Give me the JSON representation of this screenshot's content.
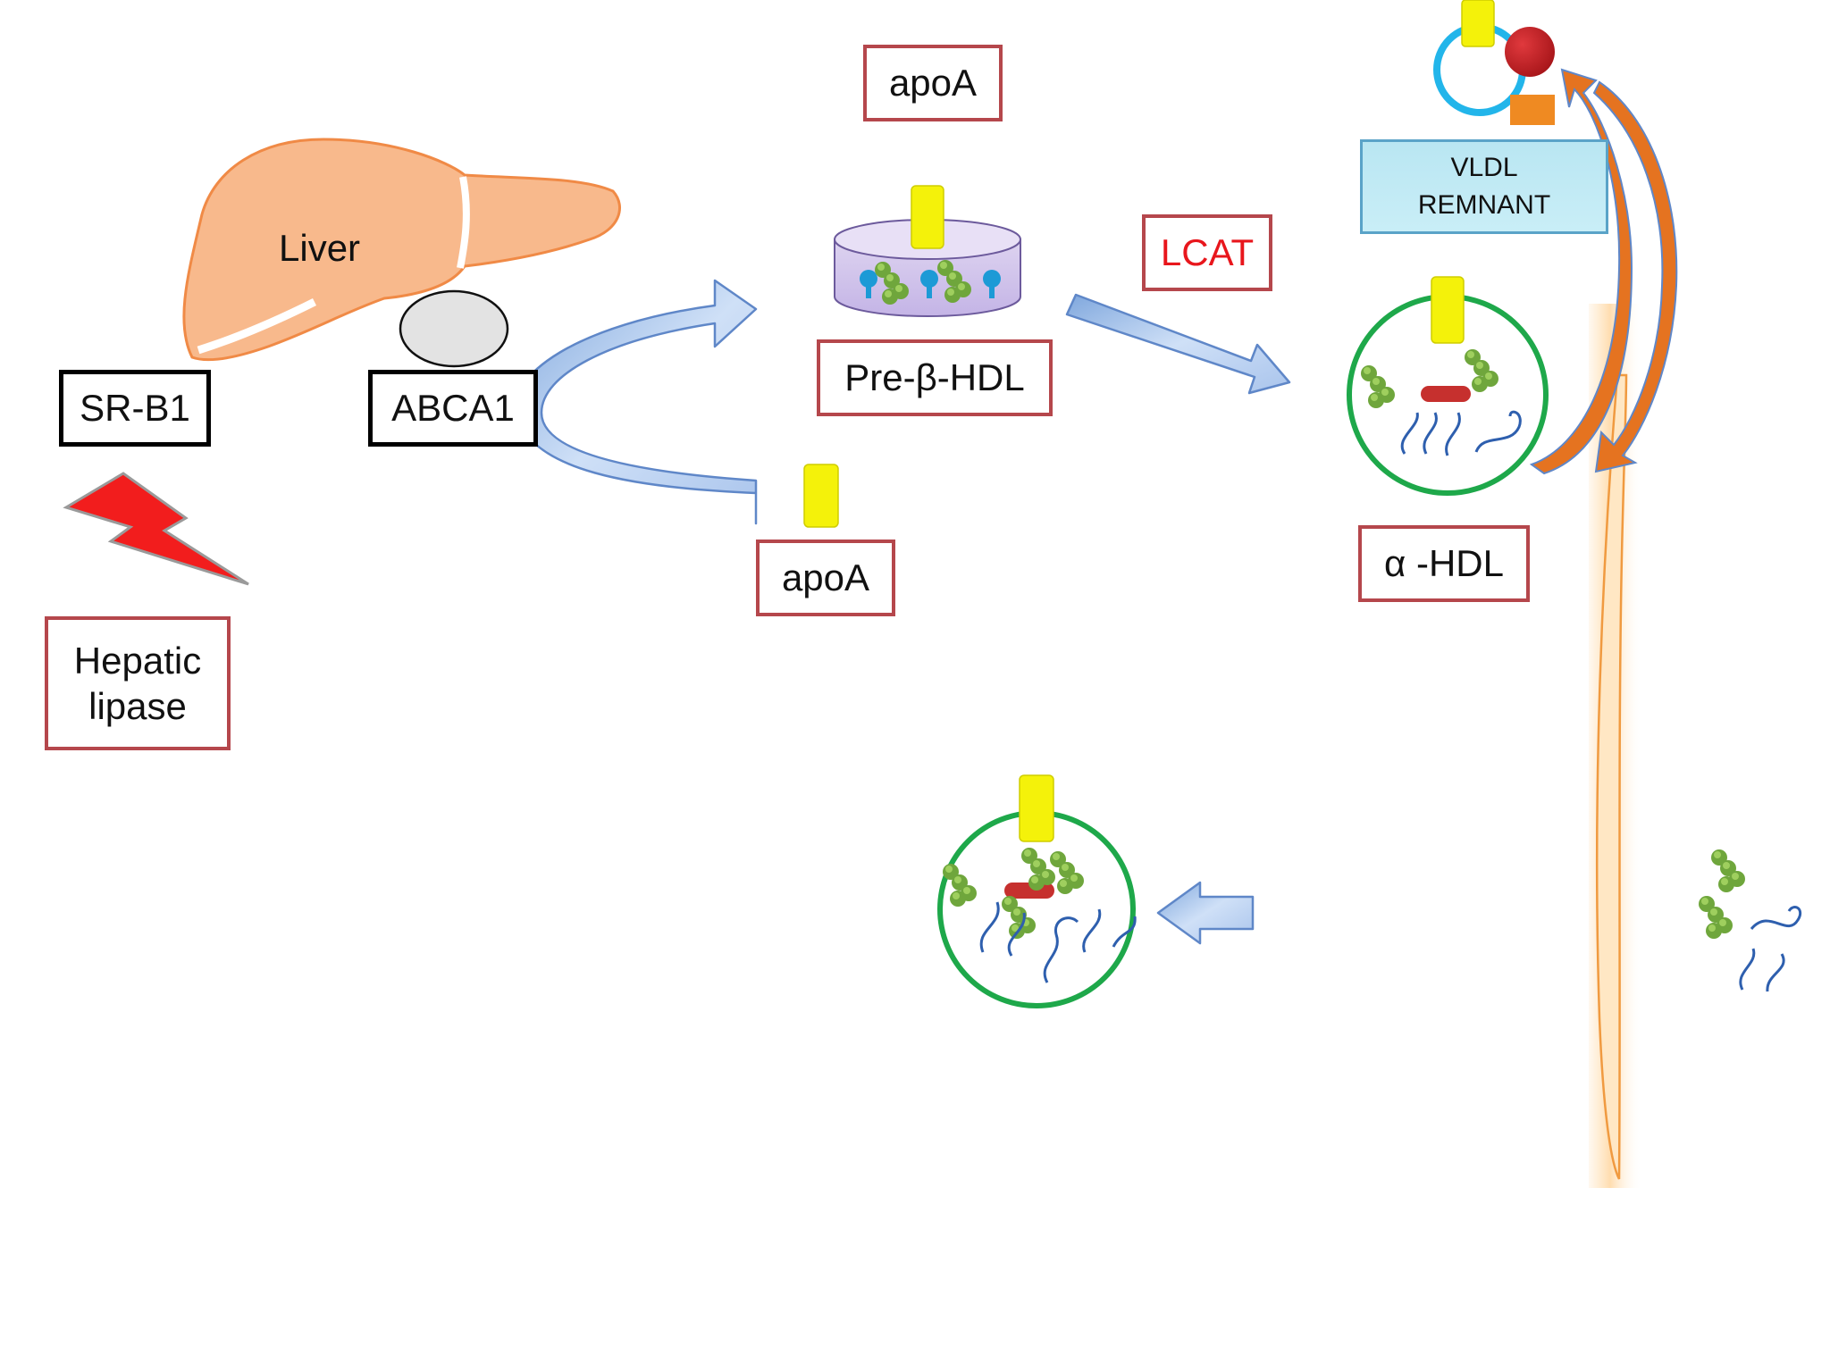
{
  "labels": {
    "liver": "Liver",
    "sr_b1": "SR-B1",
    "abca1": "ABCA1",
    "hepatic_lipase": "Hepatic lipase",
    "apoa_top": "apoA",
    "apoa_bottom": "apoA",
    "pre_beta_hdl": "Pre-β-HDL",
    "lcat": "LCAT",
    "alpha_hdl": "α -HDL",
    "vldl_remnant_line1": "VLDL",
    "vldl_remnant_line2": "REMNANT"
  },
  "colors": {
    "label_border": "#b5474c",
    "lcat_text": "#e8161c",
    "liver_fill": "#f8b98c",
    "apoa_yellow": "#f4f20a",
    "hdl_ring": "#1ea84a",
    "cholesterol_green": "#6fa63c",
    "arrow_blue": "#9fbfea",
    "lightning_red": "#f21d1d",
    "orange_arrow": "#e57320"
  },
  "icons": [
    "liver-icon",
    "lightning-icon",
    "apoa-protein-icon",
    "hdl-particle-icon",
    "vldl-remnant-particle-icon",
    "cell-membrane-icon"
  ]
}
